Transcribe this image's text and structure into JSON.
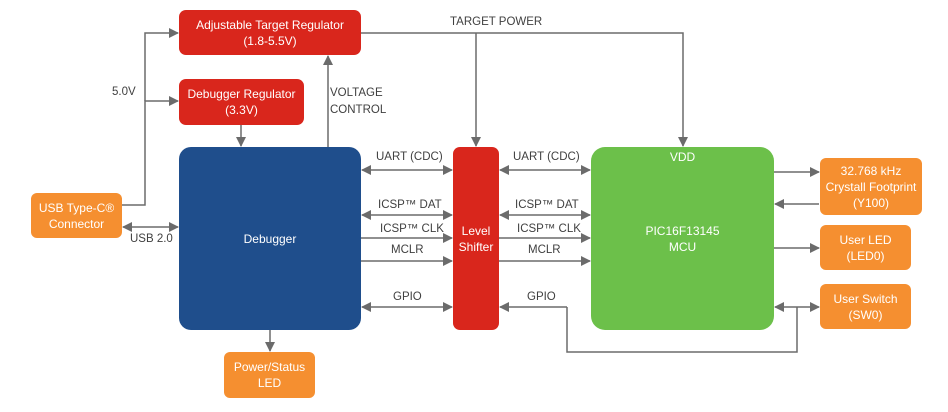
{
  "blocks": {
    "adjustable_regulator": {
      "line1": "Adjustable Target Regulator",
      "line2": "(1.8-5.5V)"
    },
    "debugger_regulator": {
      "line1": "Debugger Regulator",
      "line2": "(3.3V)"
    },
    "debugger": {
      "line1": "Debugger"
    },
    "level_shifter": {
      "line1": "Level",
      "line2": "Shifter"
    },
    "mcu": {
      "line1": "PIC16F13145",
      "line2": "MCU",
      "vdd": "VDD"
    },
    "usb_connector": {
      "line1": "USB Type-C®",
      "line2": "Connector"
    },
    "power_status_led": {
      "line1": "Power/Status",
      "line2": "LED"
    },
    "crystal": {
      "line1": "32.768 kHz",
      "line2": "Crystall Footprint",
      "line3": "(Y100)"
    },
    "user_led": {
      "line1": "User LED",
      "line2": "(LED0)"
    },
    "user_switch": {
      "line1": "User Switch",
      "line2": "(SW0)"
    }
  },
  "signals": {
    "v5": "5.0V",
    "usb": "USB 2.0",
    "voltage_control_1": "VOLTAGE",
    "voltage_control_2": "CONTROL",
    "target_power": "TARGET POWER",
    "left": [
      "UART (CDC)",
      "ICSP™ DAT",
      "ICSP™ CLK",
      "MCLR",
      "GPIO"
    ],
    "right": [
      "UART (CDC)",
      "ICSP™ DAT",
      "ICSP™ CLK",
      "MCLR",
      "GPIO"
    ]
  },
  "colors": {
    "regulator": "#d9261c",
    "debugger": "#1f4e8c",
    "mcu": "#6cc04a",
    "peripheral": "#f58f30",
    "wire": "#6b6b6b"
  }
}
